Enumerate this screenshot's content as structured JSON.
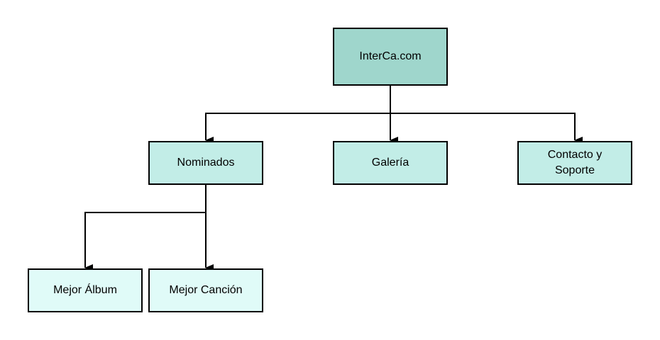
{
  "colors": {
    "root_fill": "#9fd6cc",
    "level1_fill": "#c2ede7",
    "level2_fill": "#e0fbf8",
    "stroke": "#000000"
  },
  "nodes": {
    "root": "InterCa.com",
    "nominados": "Nominados",
    "galeria": "Galería",
    "contacto": "Contacto y\nSoporte",
    "mejor_album": "Mejor Álbum",
    "mejor_cancion": "Mejor Canción"
  }
}
